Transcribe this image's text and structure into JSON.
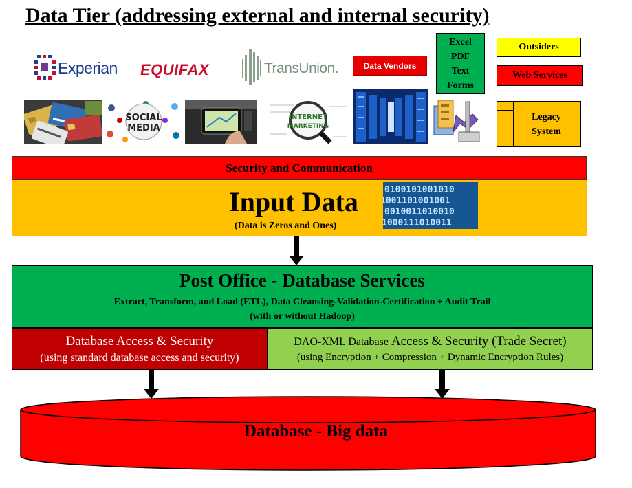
{
  "title": "Data Tier (addressing external and internal security)",
  "logos": {
    "experian": "Experian",
    "equifax": "EQUIFAX",
    "transunion": "TransUnion."
  },
  "sources": {
    "data_vendors": "Data Vendors",
    "excel_lines": [
      "Excel",
      "PDF",
      "Text",
      "Forms"
    ],
    "outsiders": "Outsiders",
    "web_services": "Web Services",
    "legacy_lines": [
      "Legacy",
      "System"
    ]
  },
  "photos": {
    "social_media": [
      "SOCIAL",
      "MEDIA"
    ],
    "internet_marketing": [
      "INTERNET",
      "MARKETING"
    ]
  },
  "security_bar": "Security and Communication",
  "input": {
    "title": "Input Data",
    "subtitle": "(Data is Zeros and Ones)",
    "binary_lines": [
      "0100101001010",
      "1001101001001",
      "0010011010010",
      "1000111010011"
    ]
  },
  "post_office": {
    "title": "Post Office - Database Services",
    "line1": "Extract, Transform, and Load (ETL), Data Cleansing-Validation-Certification + Audit Trail",
    "line2": "(with or without Hadoop)"
  },
  "db_access": {
    "title": "Database Access & Security",
    "subtitle": "(using standard database access and security)"
  },
  "dao": {
    "title_a": "DAO-XML Database ",
    "title_b": "Access & Security (Trade Secret)",
    "subtitle": "(using Encryption + Compression + Dynamic Encryption Rules)"
  },
  "database": "Database - Big data",
  "colors": {
    "red": "#ff0000",
    "dark_red": "#c00000",
    "orange": "#ffc000",
    "green": "#00b050",
    "light_green": "#92d050",
    "yellow": "#ffff00"
  }
}
